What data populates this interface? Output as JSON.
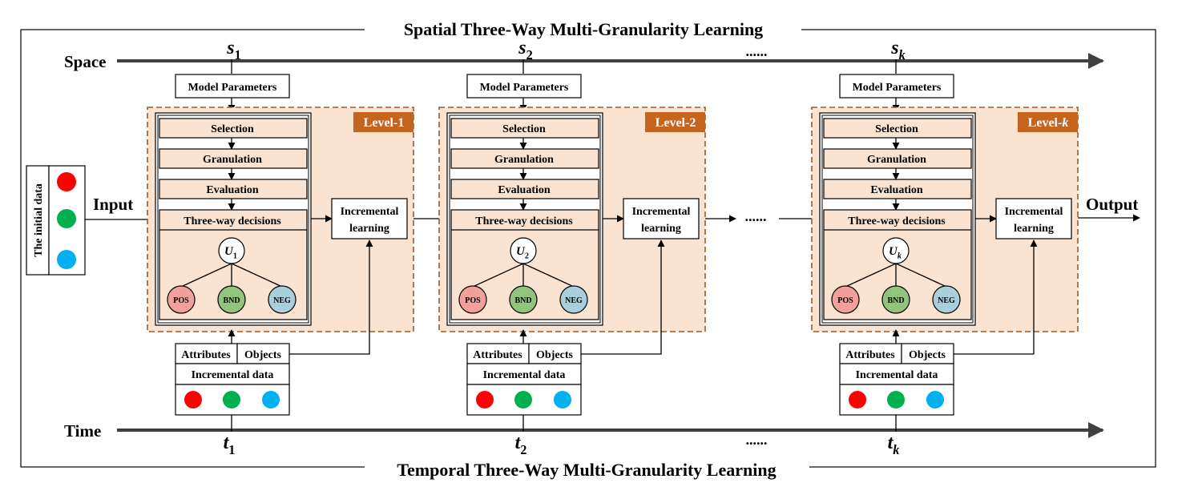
{
  "title_top": "Spatial Three-Way Multi-Granularity Learning",
  "title_bottom": "Temporal  Three-Way Multi-Granularity Learning",
  "space_label": "Space",
  "time_label": "Time",
  "input_label": "Input",
  "output_label": "Output",
  "initial_data_label": "The initial data",
  "ellipsis": "......",
  "levels": [
    {
      "level_label": "Level-1",
      "s_base": "s",
      "s_sub": "1",
      "t_base": "t",
      "t_sub": "1",
      "u_base": "U",
      "u_sub": "1"
    },
    {
      "level_label": "Level-2",
      "s_base": "s",
      "s_sub": "2",
      "t_base": "t",
      "t_sub": "2",
      "u_base": "U",
      "u_sub": "2"
    },
    {
      "level_label": "Level-",
      "level_suffix": "k",
      "s_base": "s",
      "s_sub": "k",
      "t_base": "t",
      "t_sub": "k",
      "u_base": "U",
      "u_sub": "k"
    }
  ],
  "labels": {
    "model_parameters": "Model Parameters",
    "selection": "Selection",
    "granulation": "Granulation",
    "evaluation": "Evaluation",
    "three_way": "Three-way decisions",
    "incremental_1": "Incremental",
    "incremental_2": "learning",
    "attributes": "Attributes",
    "objects": "Objects",
    "incremental_data": "Incremental data",
    "pos": "POS",
    "bnd": "BND",
    "neg": "NEG"
  },
  "colors": {
    "level_fill": "#FBE3D2",
    "level_border": "#9C5A2B",
    "level_tag": "#C5641E",
    "pos": "#F2A09B",
    "bnd": "#93C47D",
    "neg": "#A9CFDD",
    "dot_red": "#FF0000",
    "dot_green": "#00B050",
    "dot_blue": "#00B0F0",
    "axis": "#404040"
  }
}
